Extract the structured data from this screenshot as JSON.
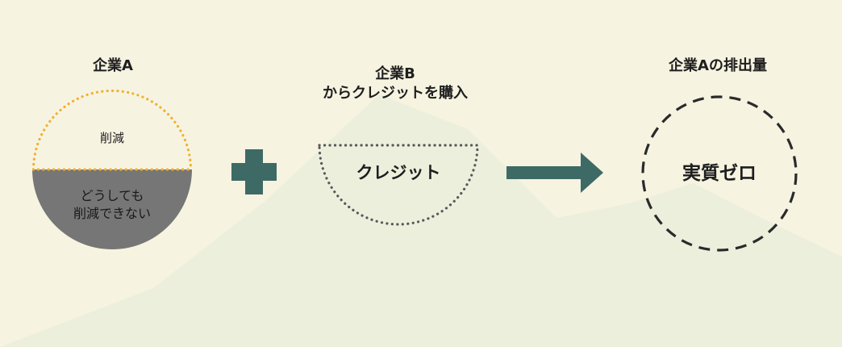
{
  "company_a": {
    "title": "企業A",
    "reduced_label": "削減",
    "unreducible_line1": "どうしても",
    "unreducible_line2": "削減できない"
  },
  "company_b": {
    "title_line1": "企業B",
    "title_line2": "からクレジットを購入",
    "credit_label": "クレジット"
  },
  "result": {
    "title": "企業Aの排出量",
    "net_zero_label": "実質ゼロ"
  },
  "colors": {
    "background": "#f6f3e1",
    "mountain": "#ecefdc",
    "teal": "#3e6a66",
    "orange_dots": "#f2b02f",
    "gray_fill": "#767676",
    "dot_gray": "#585858",
    "dash_dark": "#2a2a2a"
  },
  "icons": {
    "plus": "plus-icon",
    "arrow": "right-arrow-icon"
  }
}
